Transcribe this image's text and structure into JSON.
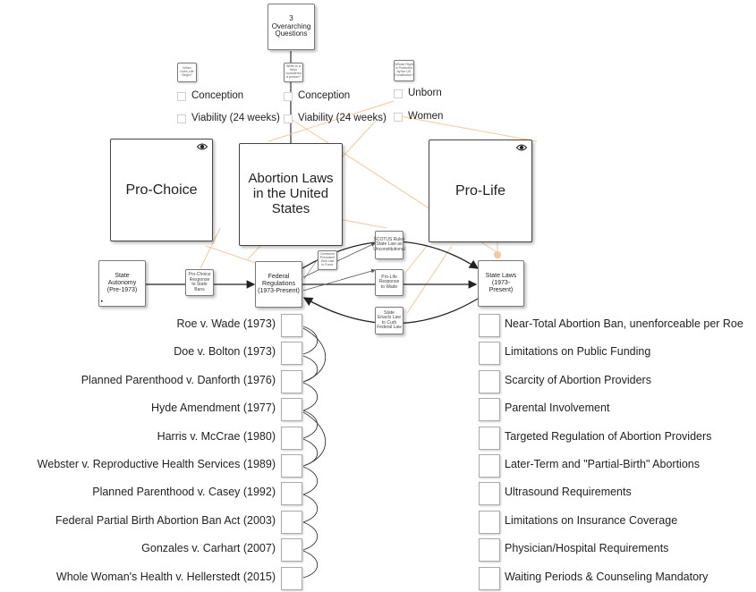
{
  "center": {
    "top": "3 Overarching Questions",
    "main": "Abortion Laws in the United States"
  },
  "questions": {
    "q1": {
      "label": "When Does Life Begin?",
      "options": [
        "Conception",
        "Viability (24 weeks)"
      ]
    },
    "q2": {
      "label": "When is a fetus considered a person?",
      "options": [
        "Conception",
        "Viability (24 weeks)"
      ]
    },
    "q3": {
      "label": "Whose Right is Protected by the US Constitution?",
      "options": [
        "Unborn",
        "Women"
      ]
    }
  },
  "sides": {
    "pro_choice": "Pro-Choice",
    "pro_life": "Pro-Life",
    "eye_icon": "eye-icon"
  },
  "flow": {
    "state_autonomy": "State Autonomy (Pre-1973)",
    "pro_choice_response": "Pro-Choice Response to State Bans",
    "federal": "Federal Regulations (1973-Present)",
    "state_laws": "State Laws (1973-Present)",
    "scotus": "SCOTUS Rules State Law as Unconstitutional",
    "precedent": "Overturns Precedent Sets Law in Force",
    "pro_life_response": "Pro-Life Response to Wade",
    "state_enacts": "State Enacts Law to Curb Federal Law"
  },
  "federal_cases": [
    "Roe v. Wade (1973)",
    "Doe v. Bolton (1973)",
    "Planned Parenthood v. Danforth (1976)",
    "Hyde Amendment (1977)",
    "Harris v. McCrae (1980)",
    "Webster v. Reproductive Health Services (1989)",
    "Planned Parenthood v. Casey (1992)",
    "Federal Partial Birth Abortion Ban Act (2003)",
    "Gonzales v. Carhart (2007)",
    "Whole Woman's Health v. Hellerstedt (2015)"
  ],
  "state_laws": [
    "Near-Total Abortion Ban, unenforceable per Roe",
    "Limitations on Public Funding",
    "Scarcity of Abortion Providers",
    "Parental Involvement",
    "Targeted Regulation of Abortion Providers",
    "Later-Term and \"Partial-Birth\" Abortions",
    "Ultrasound Requirements",
    "Limitations on Insurance Coverage",
    "Physician/Hospital Requirements",
    "Waiting Periods & Counseling Mandatory"
  ],
  "colors": {
    "orange_link": "#f5c89a",
    "arrow": "#222222",
    "node_border": "#444444"
  }
}
